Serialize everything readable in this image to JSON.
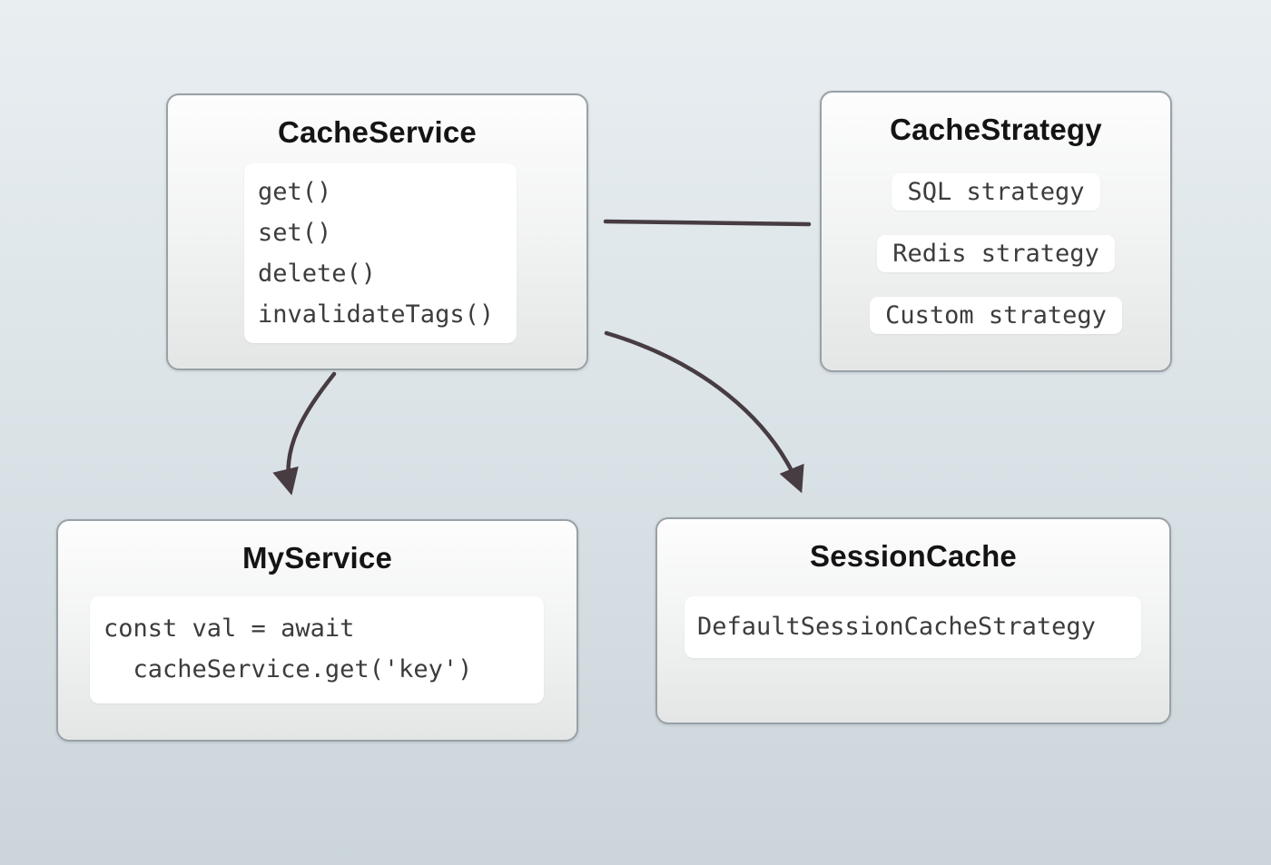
{
  "nodes": {
    "cache_service": {
      "title": "CacheService",
      "methods": [
        "get()",
        "set()",
        "delete()",
        "invalidateTags()"
      ]
    },
    "cache_strategy": {
      "title": "CacheStrategy",
      "strategies": [
        "SQL strategy",
        "Redis strategy",
        "Custom strategy"
      ]
    },
    "my_service": {
      "title": "MyService",
      "code_lines": [
        "const val = await",
        "  cacheService.get('key')"
      ]
    },
    "session_cache": {
      "title": "SessionCache",
      "code": "DefaultSessionCacheStrategy"
    }
  },
  "edges": [
    {
      "from": "CacheService",
      "to": "CacheStrategy",
      "style": "plain-line"
    },
    {
      "from": "CacheService",
      "to": "MyService",
      "style": "curved-arrow"
    },
    {
      "from": "CacheService",
      "to": "SessionCache",
      "style": "curved-arrow"
    }
  ],
  "colors": {
    "arrow": "#473c42",
    "background_top": "#e9eef1",
    "background_bottom": "#cbd5da",
    "node_border": "#99a1a7",
    "node_fill_top": "#fdfdfd",
    "node_fill_bottom": "#e4e6e6",
    "panel_fill": "#ffffff",
    "code_text": "#3c3c3c",
    "title_text": "#141414"
  }
}
